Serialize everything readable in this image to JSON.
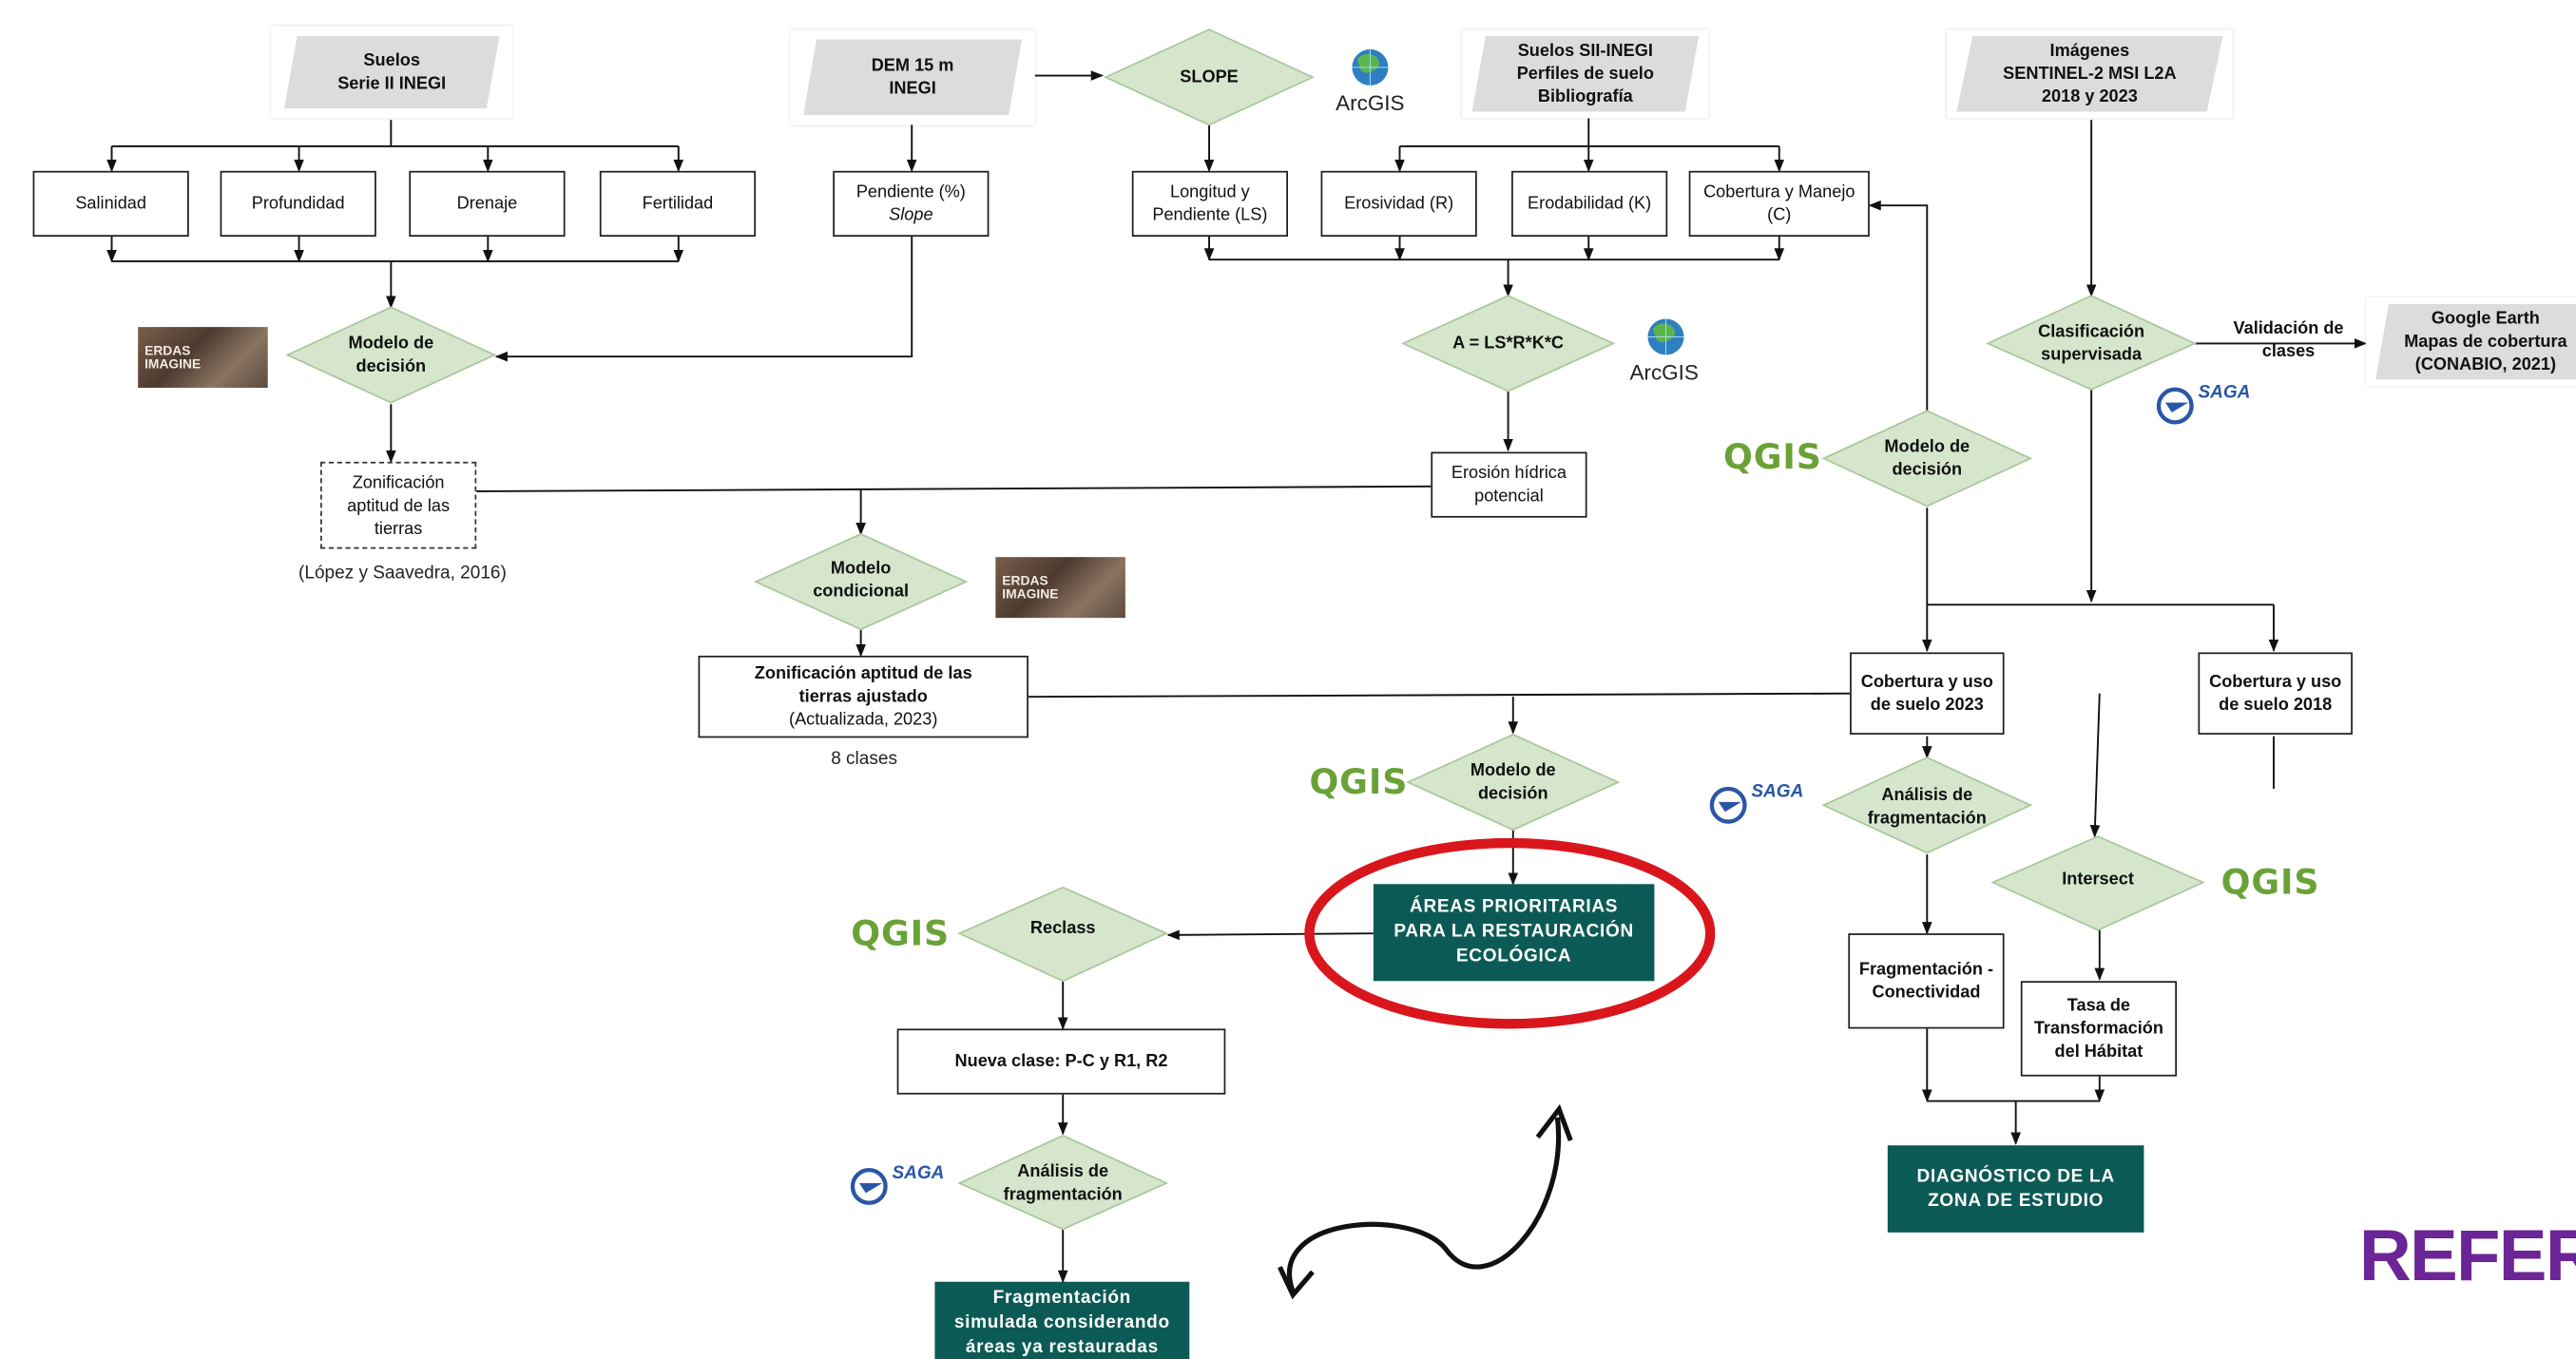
{
  "nodes": {
    "suelos_serie": "Suelos\nSerie II INEGI",
    "dem": "DEM 15 m\nINEGI",
    "slope": "SLOPE",
    "suelos_sii": "Suelos SII-INEGI\nPerfiles de suelo\nBibliografía",
    "imagenes": "Imágenes\nSENTINEL-2 MSI L2A\n2018 y 2023",
    "salinidad": "Salinidad",
    "profundidad": "Profundidad",
    "drenaje": "Drenaje",
    "fertilidad": "Fertilidad",
    "pendiente": "Pendiente (%)",
    "pendiente_slope": "Slope",
    "longitud": "Longitud y\nPendiente (LS)",
    "erosividad": "Erosividad (R)",
    "erodabilidad": "Erodabilidad (K)",
    "cobertura_manejo": "Cobertura y Manejo\n(C)",
    "modelo_decision_1": "Modelo de\ndecisión",
    "formula": "A = LS*R*K*C",
    "clasificacion": "Clasificación\nsupervisada",
    "validacion": "Validación de\nclases",
    "google_earth": "Google Earth\nMapas de cobertura\n(CONABIO, 2021)",
    "zonificacion": "Zonificación\naptitud de las\ntierras",
    "lopez": "(López y Saavedra, 2016)",
    "erosion": "Erosión hídrica\npotencial",
    "modelo_decision_2": "Modelo de\ndecisión",
    "modelo_condicional": "Modelo\ncondicional",
    "zonif_ajustado_title": "Zonificación aptitud de las\ntierras ajustado",
    "zonif_ajustado_sub": "(Actualizada, 2023)",
    "ocho_clases": "8 clases",
    "cobertura_2023": "Cobertura y uso\nde suelo 2023",
    "cobertura_2018": "Cobertura y uso\nde suelo 2018",
    "modelo_decision_3": "Modelo de\ndecisión",
    "analisis_frag_1": "Análisis de\nfragmentación",
    "areas_prioritarias": "ÁREAS PRIORITARIAS\nPARA LA RESTAURACIÓN\nECOLÓGICA",
    "intersect": "Intersect",
    "reclass": "Reclass",
    "fragmentacion_conect": "Fragmentación -\nConectividad",
    "tasa": "Tasa de\nTransformación\ndel Hábitat",
    "nueva_clase": "Nueva clase: P-C y R1, R2",
    "diagnostico": "DIAGNÓSTICO DE LA\nZONA DE ESTUDIO",
    "analisis_frag_2": "Análisis de\nfragmentación",
    "frag_simulada": "Fragmentación\nsimulada considerando\náreas ya restauradas"
  },
  "logos": {
    "arcgis_label": "ArcGIS",
    "qgis_label": "QGIS",
    "saga_label": "SAGA",
    "erdas_line1": "ERDAS",
    "erdas_line2": "IMAGINE"
  },
  "corner_text": "REFER",
  "colors": {
    "diamond_fill": "#d5e6cc",
    "diamond_stroke": "#a9c79a",
    "dark_box": "#0c5a55",
    "highlight_circle": "#d9161c",
    "qgis_green": "#6aa237",
    "refer_purple": "#6b2596"
  }
}
